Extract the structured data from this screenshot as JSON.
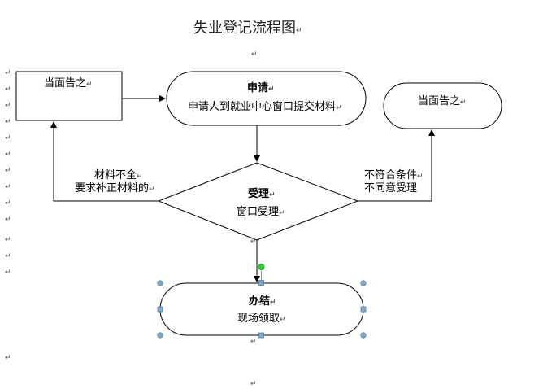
{
  "title": "失业登记流程图",
  "return_mark": "↵",
  "nodes": {
    "left_box": {
      "text": "当面告之"
    },
    "apply": {
      "title": "申请",
      "body": "申请人到就业中心窗口提交材料"
    },
    "right_box": {
      "text": "当面告之"
    },
    "accept": {
      "title": "受理",
      "body": "窗口受理"
    },
    "finish": {
      "title": "办结",
      "body": "现场领取"
    }
  },
  "edges": {
    "left_label": {
      "line1": "材料不全",
      "line2": "要求补正材料的"
    },
    "right_label": {
      "line1": "不符合条件",
      "line2": "不同意受理"
    }
  }
}
